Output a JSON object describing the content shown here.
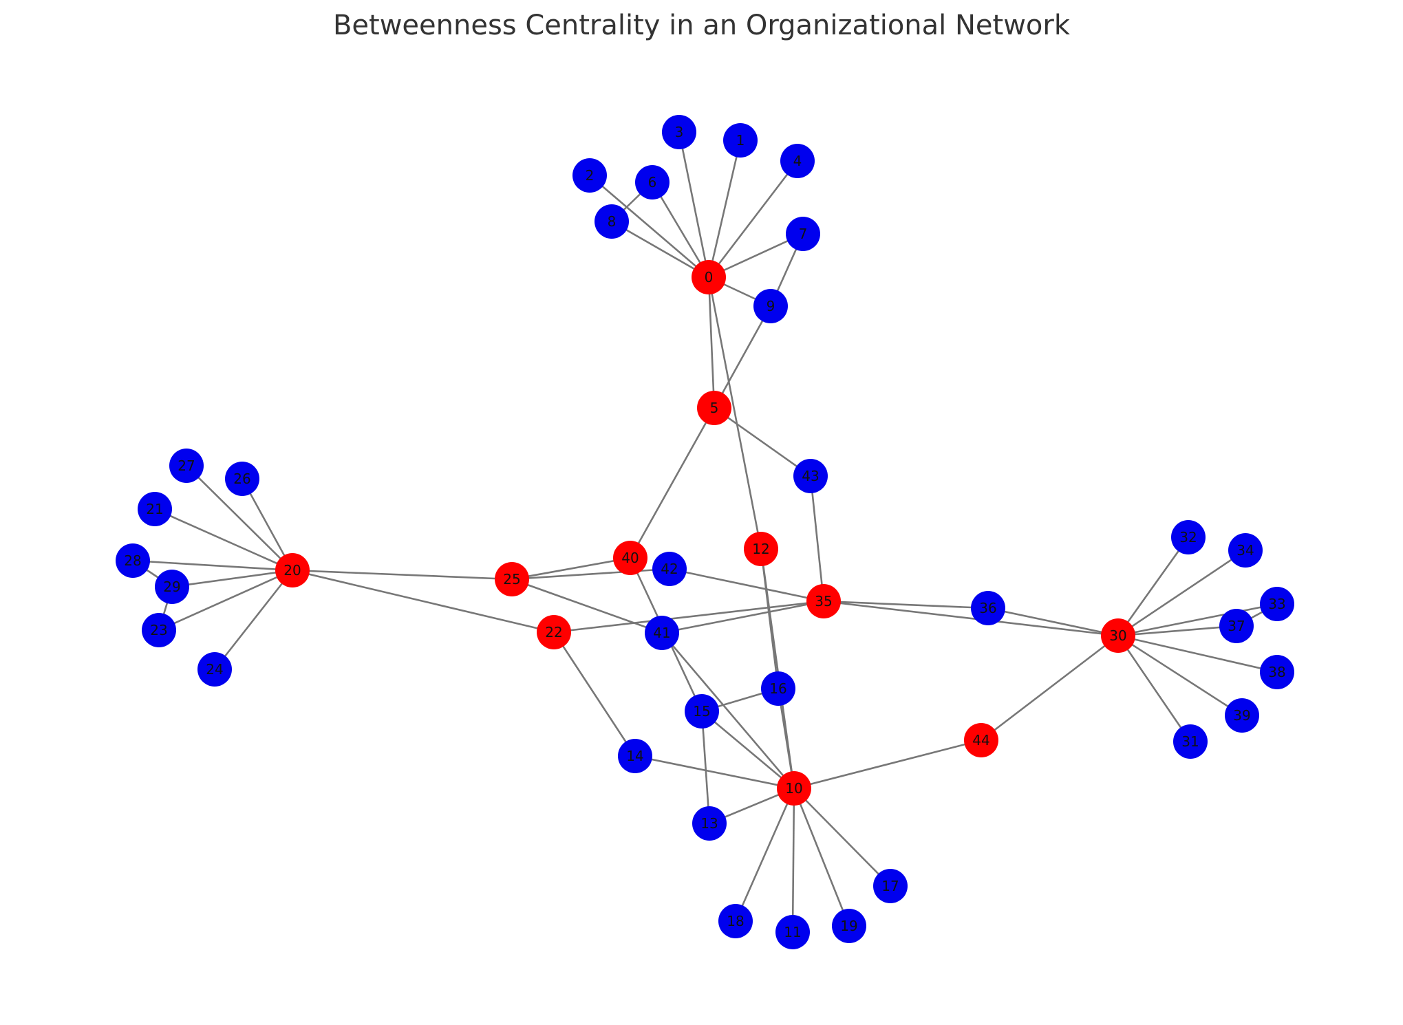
{
  "title": "Betweenness Centrality in an Organizational Network",
  "colors": {
    "high_centrality": "#ff0000",
    "regular": "#0000ee",
    "edge": "#777777"
  },
  "nodes": [
    {
      "id": "0",
      "group": "high"
    },
    {
      "id": "1",
      "group": "regular"
    },
    {
      "id": "2",
      "group": "regular"
    },
    {
      "id": "3",
      "group": "regular"
    },
    {
      "id": "4",
      "group": "regular"
    },
    {
      "id": "5",
      "group": "high"
    },
    {
      "id": "6",
      "group": "regular"
    },
    {
      "id": "7",
      "group": "regular"
    },
    {
      "id": "8",
      "group": "regular"
    },
    {
      "id": "9",
      "group": "regular"
    },
    {
      "id": "10",
      "group": "high"
    },
    {
      "id": "11",
      "group": "regular"
    },
    {
      "id": "12",
      "group": "high"
    },
    {
      "id": "13",
      "group": "regular"
    },
    {
      "id": "14",
      "group": "regular"
    },
    {
      "id": "15",
      "group": "regular"
    },
    {
      "id": "16",
      "group": "regular"
    },
    {
      "id": "17",
      "group": "regular"
    },
    {
      "id": "18",
      "group": "regular"
    },
    {
      "id": "19",
      "group": "regular"
    },
    {
      "id": "20",
      "group": "high"
    },
    {
      "id": "21",
      "group": "regular"
    },
    {
      "id": "22",
      "group": "high"
    },
    {
      "id": "23",
      "group": "regular"
    },
    {
      "id": "24",
      "group": "regular"
    },
    {
      "id": "25",
      "group": "high"
    },
    {
      "id": "26",
      "group": "regular"
    },
    {
      "id": "27",
      "group": "regular"
    },
    {
      "id": "28",
      "group": "regular"
    },
    {
      "id": "29",
      "group": "regular"
    },
    {
      "id": "30",
      "group": "high"
    },
    {
      "id": "31",
      "group": "regular"
    },
    {
      "id": "32",
      "group": "regular"
    },
    {
      "id": "33",
      "group": "regular"
    },
    {
      "id": "34",
      "group": "regular"
    },
    {
      "id": "35",
      "group": "high"
    },
    {
      "id": "36",
      "group": "regular"
    },
    {
      "id": "37",
      "group": "regular"
    },
    {
      "id": "38",
      "group": "regular"
    },
    {
      "id": "39",
      "group": "regular"
    },
    {
      "id": "40",
      "group": "high"
    },
    {
      "id": "41",
      "group": "regular"
    },
    {
      "id": "42",
      "group": "regular"
    },
    {
      "id": "43",
      "group": "regular"
    },
    {
      "id": "44",
      "group": "high"
    }
  ],
  "edges": [
    [
      "0",
      "1"
    ],
    [
      "0",
      "2"
    ],
    [
      "0",
      "3"
    ],
    [
      "0",
      "4"
    ],
    [
      "0",
      "6"
    ],
    [
      "0",
      "7"
    ],
    [
      "0",
      "8"
    ],
    [
      "0",
      "9"
    ],
    [
      "0",
      "5"
    ],
    [
      "0",
      "12"
    ],
    [
      "6",
      "8"
    ],
    [
      "7",
      "9"
    ],
    [
      "9",
      "5"
    ],
    [
      "5",
      "43"
    ],
    [
      "5",
      "40"
    ],
    [
      "43",
      "35"
    ],
    [
      "20",
      "21"
    ],
    [
      "20",
      "23"
    ],
    [
      "20",
      "24"
    ],
    [
      "20",
      "26"
    ],
    [
      "20",
      "27"
    ],
    [
      "20",
      "28"
    ],
    [
      "20",
      "29"
    ],
    [
      "28",
      "29"
    ],
    [
      "29",
      "23"
    ],
    [
      "20",
      "25"
    ],
    [
      "20",
      "22"
    ],
    [
      "25",
      "40"
    ],
    [
      "25",
      "42"
    ],
    [
      "25",
      "41"
    ],
    [
      "40",
      "15"
    ],
    [
      "42",
      "35"
    ],
    [
      "22",
      "35"
    ],
    [
      "22",
      "14"
    ],
    [
      "41",
      "35"
    ],
    [
      "35",
      "36"
    ],
    [
      "35",
      "30"
    ],
    [
      "36",
      "30"
    ],
    [
      "30",
      "31"
    ],
    [
      "30",
      "32"
    ],
    [
      "30",
      "33"
    ],
    [
      "30",
      "34"
    ],
    [
      "30",
      "37"
    ],
    [
      "30",
      "38"
    ],
    [
      "30",
      "39"
    ],
    [
      "37",
      "33"
    ],
    [
      "30",
      "44"
    ],
    [
      "44",
      "10"
    ],
    [
      "10",
      "11"
    ],
    [
      "10",
      "13"
    ],
    [
      "10",
      "14"
    ],
    [
      "10",
      "15"
    ],
    [
      "10",
      "16"
    ],
    [
      "10",
      "17"
    ],
    [
      "10",
      "18"
    ],
    [
      "10",
      "19"
    ],
    [
      "10",
      "12"
    ],
    [
      "15",
      "16"
    ],
    [
      "15",
      "13"
    ],
    [
      "41",
      "10"
    ],
    [
      "12",
      "16"
    ]
  ]
}
